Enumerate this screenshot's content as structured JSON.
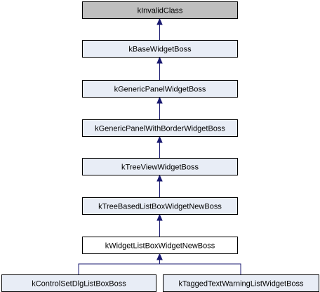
{
  "diagram": {
    "type": "inheritance-graph",
    "nodes": [
      {
        "id": "n0",
        "label": "kInvalidClass",
        "style": "root"
      },
      {
        "id": "n1",
        "label": "kBaseWidgetBoss",
        "style": "ancestor"
      },
      {
        "id": "n2",
        "label": "kGenericPanelWidgetBoss",
        "style": "ancestor"
      },
      {
        "id": "n3",
        "label": "kGenericPanelWithBorderWidgetBoss",
        "style": "ancestor"
      },
      {
        "id": "n4",
        "label": "kTreeViewWidgetBoss",
        "style": "ancestor"
      },
      {
        "id": "n5",
        "label": "kTreeBasedListBoxWidgetNewBoss",
        "style": "ancestor"
      },
      {
        "id": "n6",
        "label": "kWidgetListBoxWidgetNewBoss",
        "style": "focus"
      },
      {
        "id": "n7",
        "label": "kControlSetDlgListBoxBoss",
        "style": "descendant"
      },
      {
        "id": "n8",
        "label": "kTaggedTextWarningListWidgetBoss",
        "style": "descendant"
      }
    ],
    "edges": [
      {
        "from": "n1",
        "to": "n0"
      },
      {
        "from": "n2",
        "to": "n1"
      },
      {
        "from": "n3",
        "to": "n2"
      },
      {
        "from": "n4",
        "to": "n3"
      },
      {
        "from": "n5",
        "to": "n4"
      },
      {
        "from": "n6",
        "to": "n5"
      },
      {
        "from": "n7",
        "to": "n6"
      },
      {
        "from": "n8",
        "to": "n6"
      }
    ]
  },
  "colors": {
    "root_fill": "#bfbfbf",
    "ancestor_fill": "#e8edf6",
    "focus_fill": "#ffffff",
    "descendant_fill": "#e8edf6",
    "edge": "#191970",
    "border": "#000000"
  }
}
